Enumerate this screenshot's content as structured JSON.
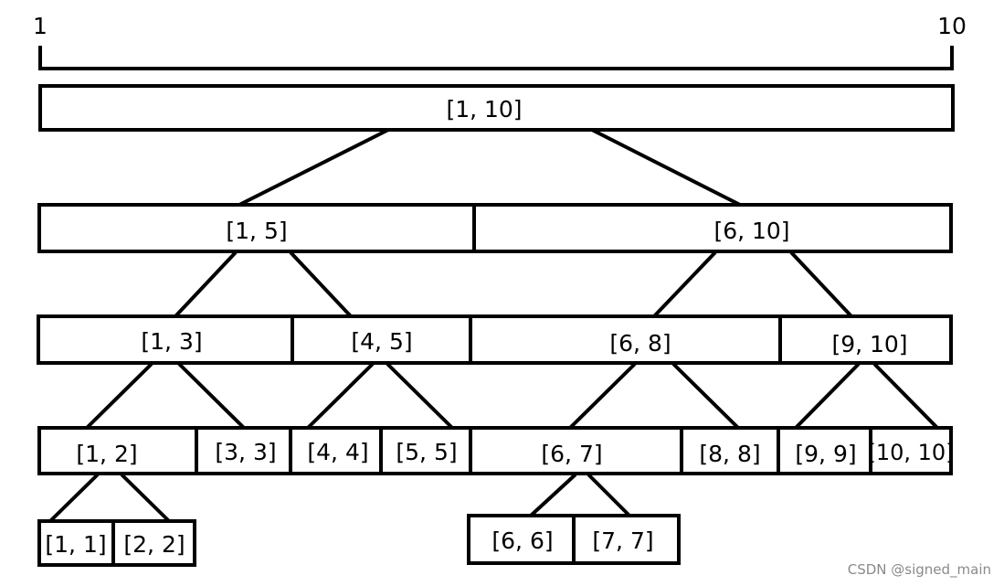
{
  "ruler": {
    "start_label": "1",
    "end_label": "10"
  },
  "nodes": {
    "n1_10": "[1, 10]",
    "n1_5": "[1, 5]",
    "n6_10": "[6, 10]",
    "n1_3": "[1, 3]",
    "n4_5": "[4, 5]",
    "n6_8": "[6, 8]",
    "n9_10": "[9, 10]",
    "n1_2": "[1, 2]",
    "n3_3": "[3, 3]",
    "n4_4": "[4, 4]",
    "n5_5": "[5, 5]",
    "n6_7": "[6, 7]",
    "n8_8": "[8, 8]",
    "n9_9": "[9, 9]",
    "n10_10": "[10, 10]",
    "n1_1": "[1, 1]",
    "n2_2": "[2, 2]",
    "n6_6": "[6, 6]",
    "n7_7": "[7, 7]"
  },
  "watermark": "CSDN @signed_main"
}
